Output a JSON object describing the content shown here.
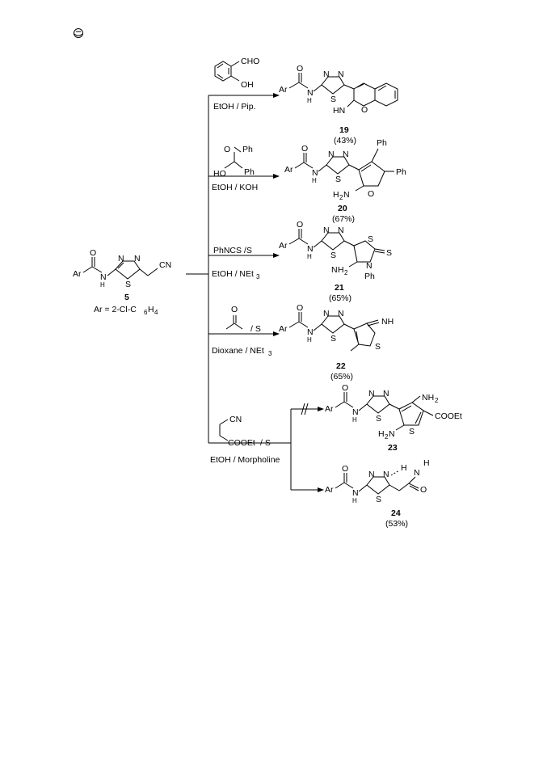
{
  "logo_alt": "publisher-mark",
  "starting_material": {
    "label": "5",
    "ar_label": "Ar",
    "cn_label": "CN",
    "n1": "N",
    "n2": "N",
    "nh": "N",
    "h": "H",
    "o": "O",
    "s": "S",
    "ar_definition": "Ar = 2-Cl-C",
    "ar_def_sub1": "6",
    "ar_def_h": "H",
    "ar_def_sub2": "4"
  },
  "reactions": [
    {
      "reagent_atoms": {
        "cho": "CHO",
        "oh": "OH"
      },
      "conditions": "EtOH / Pip.",
      "product": {
        "number": "19",
        "yield": "(43%)",
        "ar": "Ar",
        "o": "O",
        "nh": "N",
        "h": "H",
        "n1": "N",
        "n2": "N",
        "s": "S",
        "imine": "HN",
        "ring_o": "O"
      }
    },
    {
      "reagent_atoms": {
        "o": "O",
        "ph1": "Ph",
        "ho": "HO",
        "ph2": "Ph"
      },
      "conditions": "EtOH / KOH",
      "product": {
        "number": "20",
        "yield": "(67%)",
        "ar": "Ar",
        "o": "O",
        "nh": "N",
        "h": "H",
        "n1": "N",
        "n2": "N",
        "s": "S",
        "ph1": "Ph",
        "ph2": "Ph",
        "amine": "H",
        "amine_sub": "2",
        "amine_n": "N",
        "ring_o": "O"
      }
    },
    {
      "reagent_atoms": {},
      "conditions_top": "PhNCS /S",
      "conditions": "EtOH / NEt",
      "conditions_sub": "3",
      "product": {
        "number": "21",
        "yield": "(65%)",
        "ar": "Ar",
        "o": "O",
        "nh": "N",
        "h": "H",
        "n1": "N",
        "n2": "N",
        "s": "S",
        "ring_s": "S",
        "thione_s": "S",
        "ring_n": "N",
        "ph": "Ph",
        "amine": "H",
        "amine_sub": "2",
        "amine_n": "N"
      }
    },
    {
      "reagent_atoms": {
        "o": "O"
      },
      "conditions_top": "/ S",
      "conditions": "Dioxane / NEt",
      "conditions_sub": "3",
      "product": {
        "number": "22",
        "yield": "(65%)",
        "ar": "Ar",
        "o": "O",
        "nh": "N",
        "h": "H",
        "n1": "N",
        "n2": "N",
        "s": "S",
        "imine": "NH",
        "ring_s": "S"
      }
    },
    {
      "reagent_atoms": {
        "cn": "CN",
        "cooet": "COOEt",
        "s": "/ S"
      },
      "conditions": "EtOH / Morpholine",
      "product": {
        "number": "23",
        "yield": "",
        "ar": "Ar",
        "o": "O",
        "nh": "N",
        "h": "H",
        "n1": "N",
        "n2": "N",
        "s": "S",
        "amine_top": "NH",
        "amine_top_sub": "2",
        "amine_bot": "H",
        "amine_bot_sub": "2",
        "amine_bot_n": "N",
        "ring_s": "S",
        "ester": "COOEt"
      },
      "product_b": {
        "number": "24",
        "yield": "(53%)",
        "ar": "Ar",
        "o": "O",
        "nh": "N",
        "h": "H",
        "n1": "N",
        "n2": "N",
        "s": "S",
        "amide_h1": "H",
        "amide_n": "N",
        "amide_h2": "H",
        "amide_o": "O"
      }
    }
  ]
}
